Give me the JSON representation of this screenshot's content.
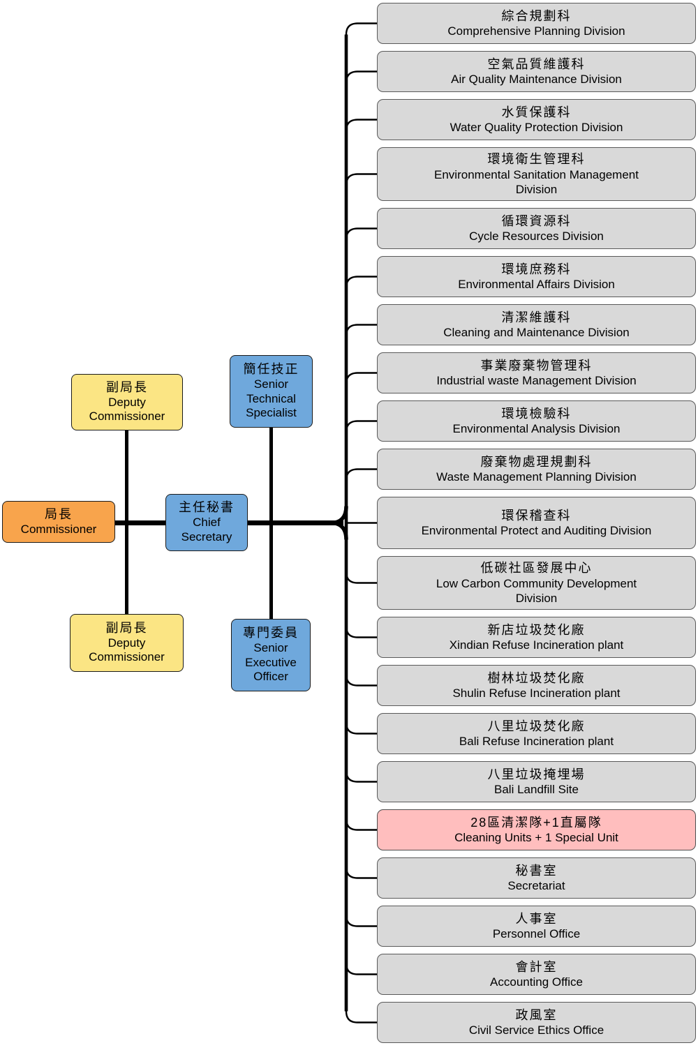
{
  "colors": {
    "commissioner_fill": "#F8A44C",
    "deputy_fill": "#FBE584",
    "staff_fill": "#6FA8DC",
    "unit_fill": "#D9D9D9",
    "unit_border": "#595959",
    "node_border": "#1A1A1A",
    "highlight_fill": "#FFBEBE",
    "line": "#000000"
  },
  "leadership": {
    "commissioner": {
      "zh": "局長",
      "en": "Commissioner"
    },
    "deputy_commissioner_top": {
      "zh": "副局長",
      "en": "Deputy Commissioner"
    },
    "deputy_commissioner_bottom": {
      "zh": "副局長",
      "en": "Deputy Commissioner"
    },
    "chief_secretary": {
      "zh": "主任秘書",
      "en": "Chief Secretary"
    },
    "senior_technical_specialist": {
      "zh": "簡任技正",
      "en": "Senior Technical Specialist"
    },
    "senior_executive_officer": {
      "zh": "專門委員",
      "en": "Senior Executive Officer"
    }
  },
  "units": [
    {
      "zh": "綜合規劃科",
      "en": "Comprehensive Planning Division"
    },
    {
      "zh": "空氣品質維護科",
      "en": "Air Quality Maintenance Division"
    },
    {
      "zh": "水質保護科",
      "en": "Water Quality Protection Division"
    },
    {
      "zh": "環境衛生管理科",
      "en": "Environmental Sanitation Management Division"
    },
    {
      "zh": "循環資源科",
      "en": "Cycle Resources Division"
    },
    {
      "zh": "環境庶務科",
      "en": "Environmental Affairs Division"
    },
    {
      "zh": "清潔維護科",
      "en": "Cleaning and Maintenance Division"
    },
    {
      "zh": "事業廢棄物管理科",
      "en": "Industrial waste Management Division"
    },
    {
      "zh": "環境檢驗科",
      "en": "Environmental Analysis Division"
    },
    {
      "zh": "廢棄物處理規劃科",
      "en": "Waste Management Planning Division"
    },
    {
      "zh": "環保稽查科",
      "en": "Environmental Protect and Auditing Division"
    },
    {
      "zh": "低碳社區發展中心",
      "en": "Low Carbon Community Development Division"
    },
    {
      "zh": "新店垃圾焚化廠",
      "en": "Xindian Refuse Incineration plant"
    },
    {
      "zh": "樹林垃圾焚化廠",
      "en": "Shulin Refuse Incineration plant"
    },
    {
      "zh": "八里垃圾焚化廠",
      "en": "Bali Refuse Incineration plant"
    },
    {
      "zh": "八里垃圾掩埋場",
      "en": "Bali Landfill Site"
    },
    {
      "zh": "28區清潔隊+1直屬隊",
      "en": "Cleaning Units + 1 Special Unit",
      "highlight": true
    },
    {
      "zh": "秘書室",
      "en": "Secretariat"
    },
    {
      "zh": "人事室",
      "en": "Personnel Office"
    },
    {
      "zh": "會計室",
      "en": "Accounting Office"
    },
    {
      "zh": "政風室",
      "en": "Civil Service Ethics Office"
    }
  ]
}
